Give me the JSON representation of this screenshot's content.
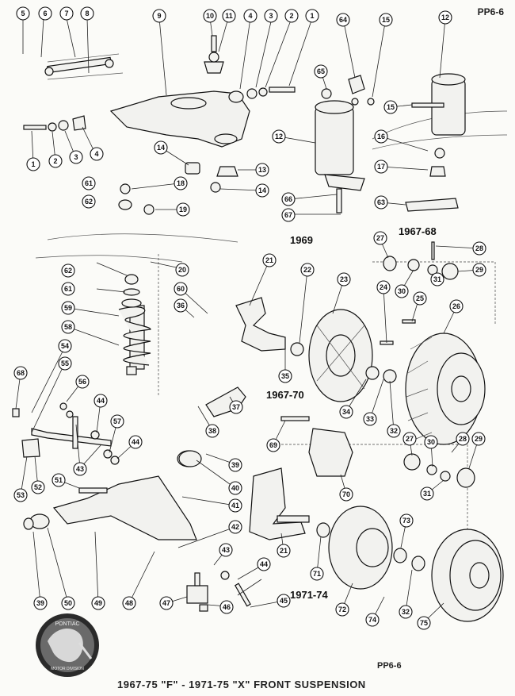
{
  "page_code_top": "PP6-6",
  "page_code_bottom": "PP6-6",
  "title": "1967-75 \"F\" - 1971-75 \"X\" FRONT SUSPENSION",
  "year_labels": {
    "y1969": "1969",
    "y1967_68": "1967-68",
    "y1967_70": "1967-70",
    "y1971_74": "1971-74"
  },
  "logo": {
    "text_top": "PONTIAC",
    "text_bottom": "MOTOR DIVISION"
  },
  "callouts": [
    "1",
    "2",
    "3",
    "4",
    "5",
    "6",
    "7",
    "8",
    "9",
    "10",
    "11",
    "12",
    "13",
    "14",
    "15",
    "16",
    "17",
    "18",
    "19",
    "20",
    "21",
    "22",
    "23",
    "24",
    "25",
    "26",
    "27",
    "28",
    "29",
    "30",
    "31",
    "32",
    "33",
    "34",
    "35",
    "36",
    "37",
    "38",
    "39",
    "40",
    "41",
    "42",
    "43",
    "44",
    "45",
    "46",
    "47",
    "48",
    "49",
    "50",
    "51",
    "52",
    "53",
    "54",
    "55",
    "56",
    "57",
    "58",
    "59",
    "60",
    "61",
    "62",
    "63",
    "64",
    "65",
    "66",
    "67",
    "68",
    "69",
    "70",
    "71",
    "72",
    "73",
    "74",
    "75"
  ]
}
